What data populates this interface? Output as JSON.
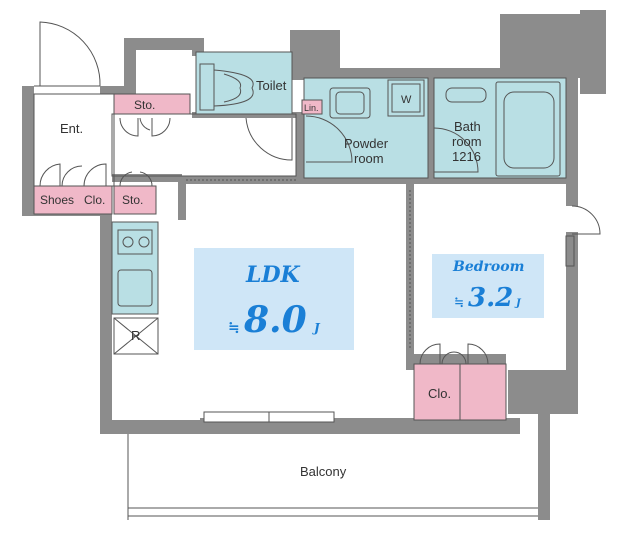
{
  "colors": {
    "wall": "#8c8c8c",
    "wet_area": "#b9dfe4",
    "storage": "#f0b8c8",
    "highlight": "#cfe6f7",
    "accent_text": "#1a7fd6",
    "line": "#555555"
  },
  "labels": {
    "toilet": "Toilet",
    "storage_top": "Sto.",
    "entrance": "Ent.",
    "linen": "Lin.",
    "washer": "W",
    "powder_1": "Powder",
    "powder_2": "room",
    "bath_1": "Bath",
    "bath_2": "room",
    "bath_3": "1216",
    "shoes": "Shoes",
    "shoes_closet": "Clo.",
    "storage_mid": "Sto.",
    "ldk": "LDK",
    "ldk_size_prefix": "≒",
    "ldk_size": "8.0",
    "ldk_unit": "J",
    "bedroom": "Bedroom",
    "bedroom_size_prefix": "≒",
    "bedroom_size": "3.2",
    "bedroom_unit": "J",
    "fridge": "R",
    "closet": "Clo.",
    "balcony": "Balcony"
  },
  "icons": [
    "door-swing-icon",
    "sink-icon",
    "stove-icon",
    "bathtub-icon",
    "toilet-icon",
    "refrigerator-icon"
  ]
}
